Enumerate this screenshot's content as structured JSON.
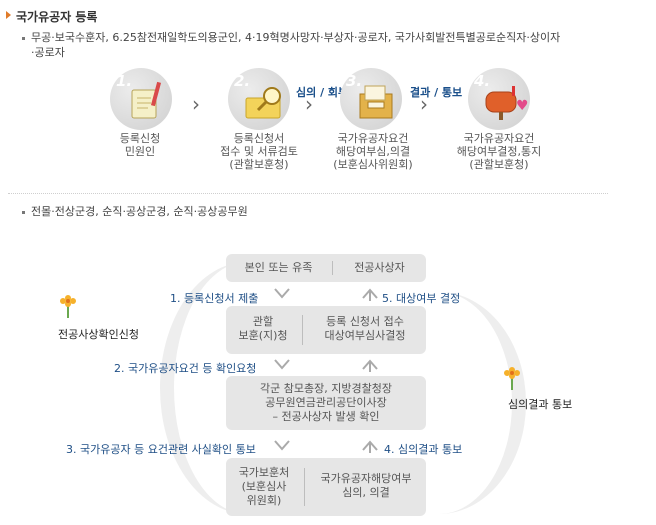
{
  "title": "국가유공자 등록",
  "section1": {
    "bullet_line1": "무공·보국수훈자, 6.25참전재일학도의용군인, 4·19혁명사망자·부상자·공로자, 국가사회발전특별공로순직자·상이자",
    "bullet_line2": "·공로자",
    "steps": [
      {
        "num": "1.",
        "lines": [
          "등록신청",
          "민원인"
        ]
      },
      {
        "num": "2.",
        "lines": [
          "등록신청서",
          "접수 및 서류검토",
          "(관할보훈청)"
        ]
      },
      {
        "num": "3.",
        "lines": [
          "국가유공자요건",
          "해당여부심,의결",
          "(보훈심사위원회)"
        ]
      },
      {
        "num": "4.",
        "lines": [
          "국가유공자요건",
          "해당여부결정,통지",
          "(관할보훈청)"
        ]
      }
    ],
    "flow_labels": [
      "심의 / 회부",
      "결과 / 통보"
    ]
  },
  "section2": {
    "bullet": "전몰·전상군경, 순직·공상군경, 순직·공상공무원",
    "box1": {
      "left": "본인 또는 유족",
      "right": "전공사상자"
    },
    "box2": {
      "left_lines": [
        "관할",
        "보훈(지)청"
      ],
      "right_lines": [
        "등록 신청서 접수",
        "대상여부심사결정"
      ]
    },
    "box3": {
      "lines": [
        "각군 참모총장, 지방경찰청장",
        "공무원연금관리공단이사장",
        "– 전공사상자 발생 확인"
      ]
    },
    "box4": {
      "left_lines": [
        "국가보훈처",
        "(보훈심사",
        "위원회)"
      ],
      "right_lines": [
        "국가유공자해당여부",
        "심의, 의결"
      ]
    },
    "flows": {
      "f1": "1. 등록신청서 제출",
      "f2": "2. 국가유공자요건 등 확인요청",
      "f3": "3. 국가유공자 등 요건관련 사실확인 통보",
      "f4": "4. 심의결과 통보",
      "f5": "5. 대상여부 결정"
    },
    "side_left": "전공사상확인신청",
    "side_right": "심의결과 통보"
  }
}
